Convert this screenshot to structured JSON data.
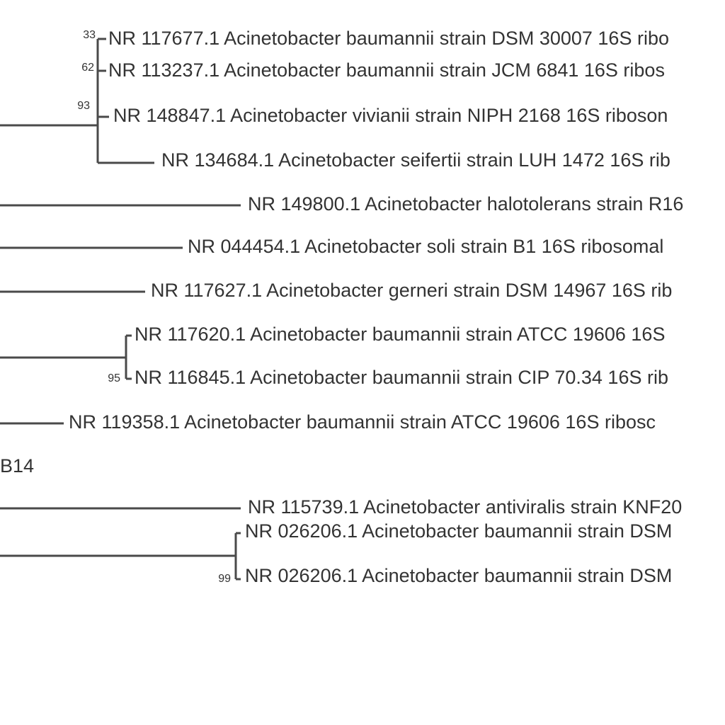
{
  "diagram": {
    "type": "phylogenetic-tree",
    "line_color": "#4a4a4a",
    "text_color": "#333333",
    "leaves": [
      {
        "id": "leaf-1",
        "label": "NR 117677.1 Acinetobacter baumannii strain DSM 30007 16S ribo"
      },
      {
        "id": "leaf-2",
        "label": "NR 113237.1 Acinetobacter baumannii strain JCM 6841 16S ribos"
      },
      {
        "id": "leaf-3",
        "label": "NR 148847.1 Acinetobacter vivianii strain NIPH 2168 16S riboson"
      },
      {
        "id": "leaf-4",
        "label": "NR 134684.1 Acinetobacter seifertii strain LUH 1472 16S rib"
      },
      {
        "id": "leaf-5",
        "label": "NR 149800.1 Acinetobacter halotolerans strain R16"
      },
      {
        "id": "leaf-6",
        "label": "NR 044454.1 Acinetobacter soli strain B1 16S ribosomal"
      },
      {
        "id": "leaf-7",
        "label": "NR 117627.1 Acinetobacter gerneri strain DSM 14967 16S rib"
      },
      {
        "id": "leaf-8",
        "label": "NR 117620.1 Acinetobacter baumannii strain ATCC 19606 16S"
      },
      {
        "id": "leaf-9",
        "label": "NR 116845.1 Acinetobacter baumannii strain CIP 70.34 16S rib"
      },
      {
        "id": "leaf-10",
        "label": "NR 119358.1 Acinetobacter baumannii strain ATCC 19606 16S ribosc"
      },
      {
        "id": "leaf-11",
        "label": "B14"
      },
      {
        "id": "leaf-12",
        "label": "NR 115739.1 Acinetobacter antiviralis strain KNF20"
      },
      {
        "id": "leaf-13",
        "label": "NR 026206.1 Acinetobacter baumannii strain DSM"
      },
      {
        "id": "leaf-14",
        "label": "NR 026206.1 Acinetobacter baumannii strain DSM"
      }
    ],
    "bootstrap_values": [
      {
        "id": "bs-1",
        "value": "33"
      },
      {
        "id": "bs-2",
        "value": "62"
      },
      {
        "id": "bs-3",
        "value": "93"
      },
      {
        "id": "bs-4",
        "value": "95"
      },
      {
        "id": "bs-5",
        "value": "99"
      }
    ]
  }
}
